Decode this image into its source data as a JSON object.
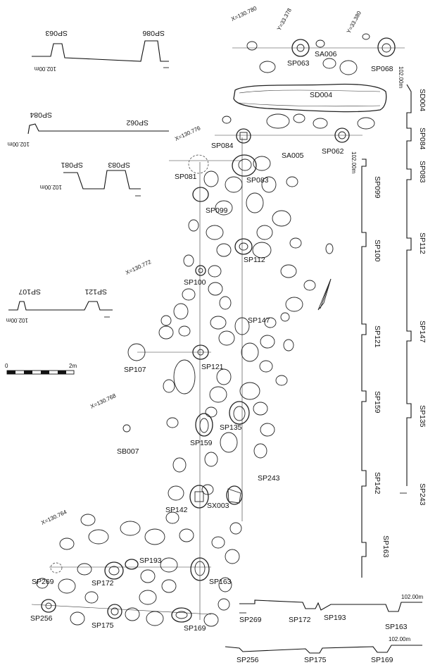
{
  "pits": {
    "sp063": "SP063",
    "sp068": "SP068",
    "sp084": "SP084",
    "sp062": "SP062",
    "sp081": "SP081",
    "sp083": "SP083",
    "sp099": "SP099",
    "sp112": "SP112",
    "sp100": "SP100",
    "sp147": "SP147",
    "sp107": "SP107",
    "sp121": "SP121",
    "sp135": "SP135",
    "sp159": "SP159",
    "sp243": "SP243",
    "sp142": "SP142",
    "sp193": "SP193",
    "sp269": "SP269",
    "sp172": "SP172",
    "sp163": "SP163",
    "sp256": "SP256",
    "sp175": "SP175",
    "sp169": "SP169"
  },
  "features": {
    "sa006": "SA006",
    "sd004": "SD004",
    "sa005": "SA005",
    "sb007": "SB007",
    "sx003": "SX003"
  },
  "grid": {
    "x780": "X=130.780",
    "y378": "Y=33.378",
    "y380": "Y=33.380",
    "x776": "X=130.776",
    "x772": "X=130.772",
    "x768": "X=130.768",
    "x764": "X=130.764"
  },
  "scale": {
    "zero": "0",
    "two": "2m"
  },
  "profiles": {
    "elev": "102.00m",
    "p1": [
      "SP063",
      "SP086"
    ],
    "p2": [
      "SP084",
      "SP062"
    ],
    "p3": [
      "SP081",
      "SP083"
    ],
    "p4": [
      "SP107",
      "SP121"
    ],
    "right_a": [
      "SP099",
      "SP100",
      "SP121",
      "SP159",
      "SP142",
      "SP163"
    ],
    "right_b": [
      "SD004",
      "SP084",
      "SP083",
      "SP112",
      "SP147",
      "SP135",
      "SP243"
    ],
    "bottom_a": [
      "SP269",
      "SP172",
      "SP193",
      "SP163"
    ],
    "bottom_b": [
      "SP256",
      "SP175",
      "SP169"
    ]
  }
}
